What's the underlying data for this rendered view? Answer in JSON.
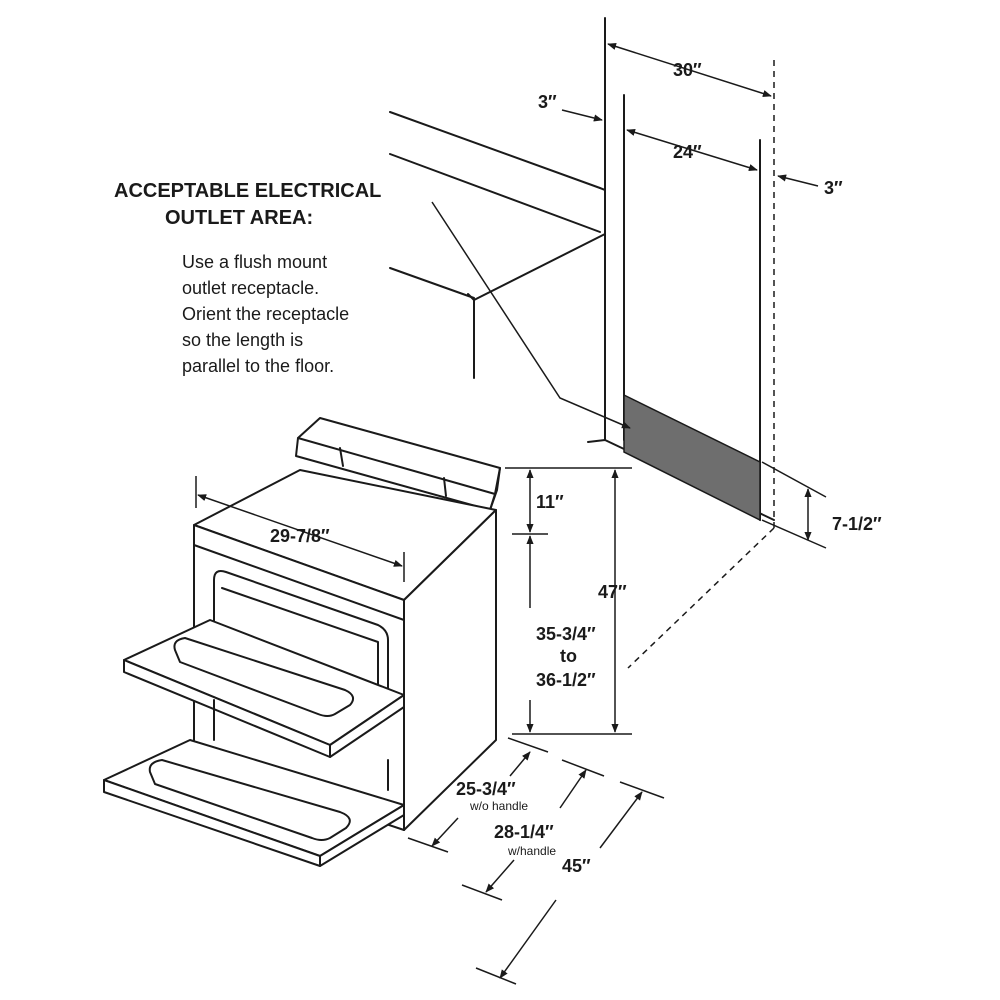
{
  "heading": {
    "line1": "ACCEPTABLE ELECTRICAL",
    "line2": "OUTLET AREA:"
  },
  "instructions": [
    "Use a flush mount",
    "outlet receptacle.",
    "Orient the receptacle",
    "so the length is",
    "parallel to the floor."
  ],
  "dimensions": {
    "cabinet_opening": "30″",
    "wall_offset_left": "3″",
    "outlet_area_width": "24″",
    "wall_offset_right": "3″",
    "outlet_area_height": "7-1/2″",
    "range_width": "29-7/8″",
    "backguard_height": "11″",
    "overall_height": "47″",
    "cooktop_height_line1": "35-3/4″",
    "cooktop_height_line2": "to",
    "cooktop_height_line3": "36-1/2″",
    "depth_no_handle": "25-3/4″",
    "depth_no_handle_note": "w/o handle",
    "depth_with_handle": "28-1/4″",
    "depth_with_handle_note": "w/handle",
    "depth_door_open": "45″"
  },
  "colors": {
    "line": "#1a1a1a",
    "outlet_area_fill": "#6e6e6e",
    "background": "#ffffff"
  }
}
